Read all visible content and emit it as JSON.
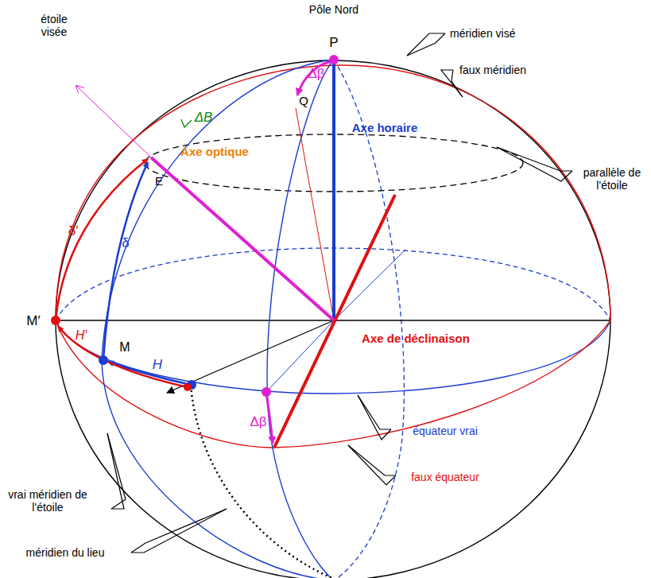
{
  "diagram": {
    "labels": [
      "Pôle Nord",
      "P",
      "étoile visée",
      "méridien visé",
      "faux méridien",
      "Δβ",
      "ΔB",
      "Q",
      "Axe optique",
      "Axe horaire",
      "parallèle de l'étoile",
      "E",
      "δ′",
      "δ",
      "M′",
      "H′",
      "M",
      "H",
      "Axe de déclinaison",
      "équateur vrai",
      "Δβ",
      "faux équateur",
      "vrai méridien de l'étoile",
      "méridien du lieu"
    ]
  }
}
